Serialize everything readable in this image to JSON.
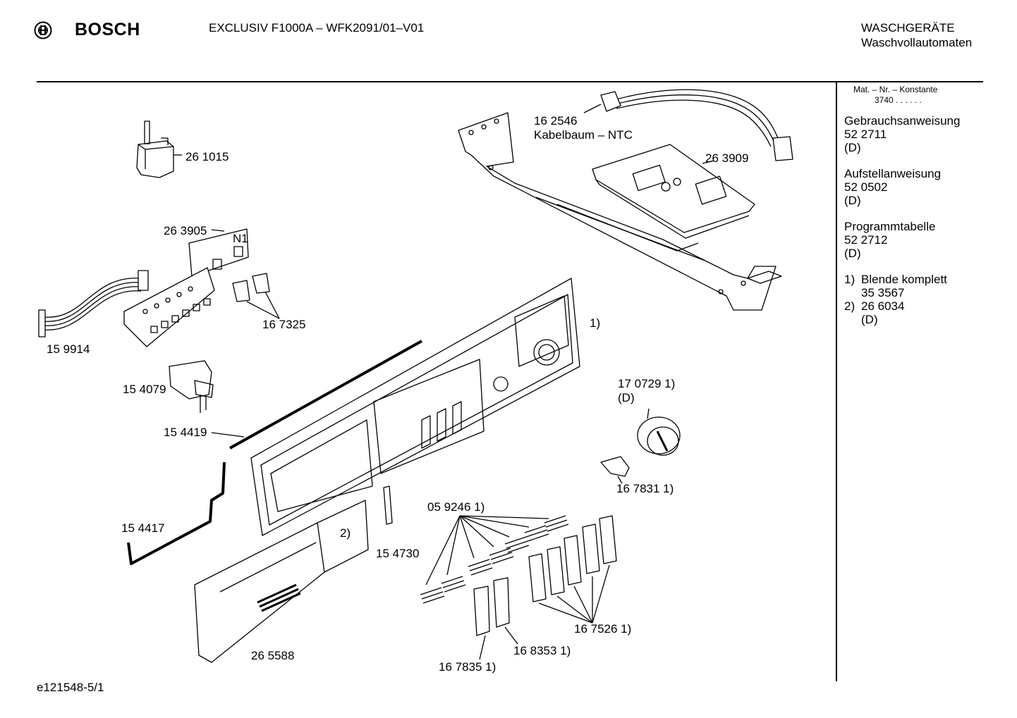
{
  "header": {
    "brand": "BOSCH",
    "model": "EXCLUSIV F1000A – WFK2091/01–V01",
    "category_line1": "WASCHGERÄTE",
    "category_line2": "Waschvollautomaten"
  },
  "sidebar": {
    "mat_header": "Mat. – Nr. – Konstante",
    "mat_value": "3740 . . . . . .",
    "docs": [
      {
        "title": "Gebrauchsanweisung",
        "number": "52 2711",
        "lang": "(D)"
      },
      {
        "title": "Aufstellanweisung",
        "number": "52 0502",
        "lang": "(D)"
      },
      {
        "title": "Programmtabelle",
        "number": "52 2712",
        "lang": "(D)"
      }
    ],
    "notes": [
      {
        "marker": "1)",
        "text": "Blende komplett",
        "value": "35 3567"
      },
      {
        "marker": "2)",
        "text": "26 6034",
        "value": "(D)"
      }
    ]
  },
  "parts": {
    "p261015": "26 1015",
    "p162546": "16 2546",
    "kabelbaum": "Kabelbaum – NTC",
    "p263909": "26 3909",
    "p263905": "26 3905",
    "n1": "N1",
    "p159914": "15 9914",
    "p167325": "16 7325",
    "ref1": "1)",
    "p154079": "15 4079",
    "p170729": "17 0729 1)",
    "p170729_d": "(D)",
    "p154419": "15 4419",
    "p167831": "16 7831 1)",
    "p059246": "05 9246 1)",
    "p154417": "15 4417",
    "ref2": "2)",
    "p154730": "15 4730",
    "p167526": "16 7526 1)",
    "p168353": "16 8353 1)",
    "p265588": "26 5588",
    "p167835": "16 7835 1)"
  },
  "footer": {
    "code": "e121548-5/1"
  }
}
